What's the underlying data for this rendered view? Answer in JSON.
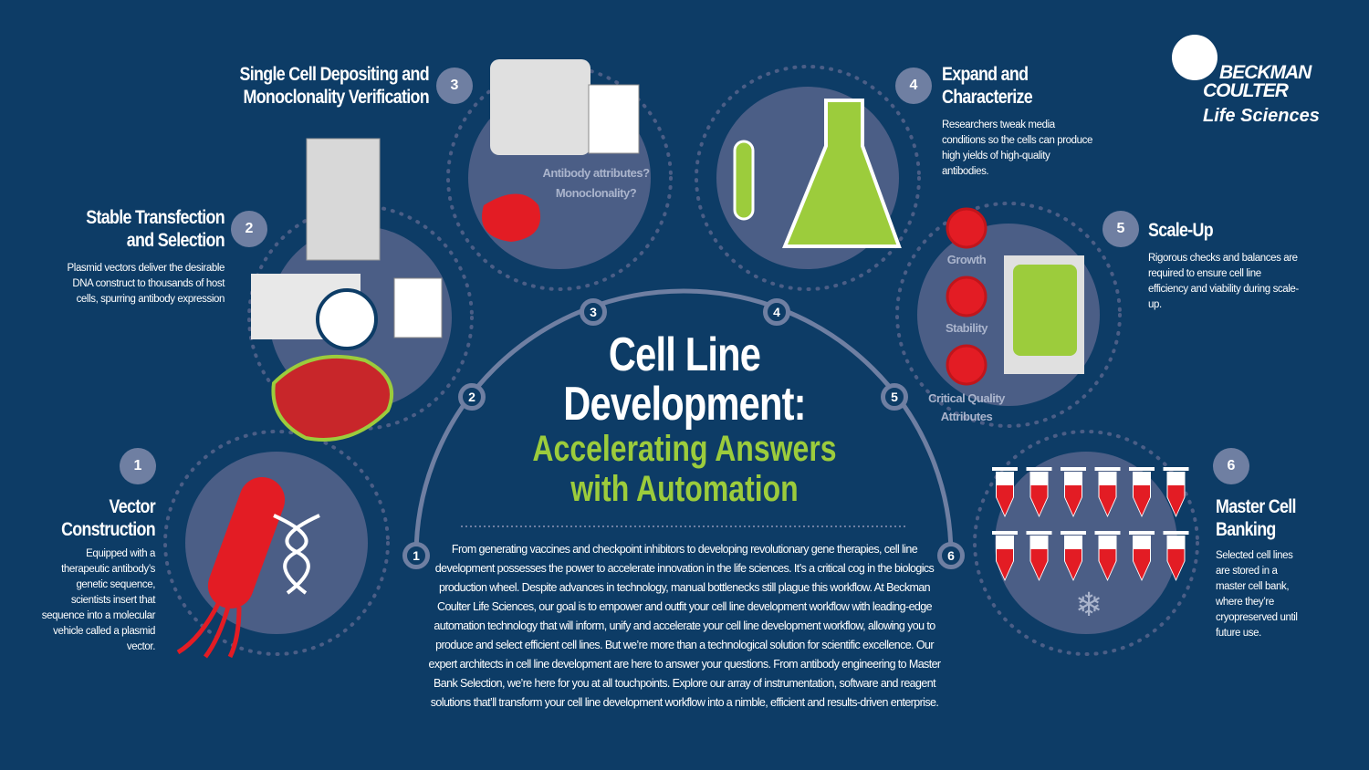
{
  "brand": {
    "line1": "BECKMAN",
    "line2": "COULTER",
    "line3": "Life Sciences"
  },
  "title": {
    "line1": "Cell Line",
    "line2": "Development:",
    "sub1": "Accelerating Answers",
    "sub2": "with Automation"
  },
  "intro": "From generating vaccines and checkpoint inhibitors to developing revolutionary gene therapies, cell line development possesses the power to accelerate innovation in the life sciences. It’s a critical cog in the biologics production wheel. Despite advances in technology, manual bottlenecks still plague this workflow. At Beckman Coulter Life Sciences, our goal is to empower and outfit your cell line development workflow with leading-edge automation technology that will inform, unify and accelerate your cell line development workflow, allowing you to produce and select efficient cell lines. But we’re more than a technological solution for scientific excellence. Our expert architects in cell line development are here to answer your questions. From antibody engineering to Master Bank Selection, we’re here for you at all touchpoints. Explore our array of instrumentation, software and reagent solutions that’ll transform your cell line development workflow into a nimble, efficient and results-driven enterprise.",
  "steps": [
    {
      "num": "1",
      "title1": "Vector",
      "title2": "Construction",
      "text": "Equipped with a therapeutic antibody’s genetic sequence, scientists insert that sequence into a molecular vehicle called a plasmid vector."
    },
    {
      "num": "2",
      "title1": "Stable Transfection",
      "title2": "and Selection",
      "text": "Plasmid vectors deliver the desirable DNA construct to thousands of host cells, spurring antibody expression"
    },
    {
      "num": "3",
      "title1": "Single Cell Depositing and",
      "title2": "Monoclonality Verification",
      "q1": "Antibody attributes?",
      "q2": "Monoclonality?"
    },
    {
      "num": "4",
      "title1": "Expand and",
      "title2": "Characterize",
      "text": "Researchers tweak media conditions so the cells can produce high yields of high-quality antibodies."
    },
    {
      "num": "5",
      "title1": "Scale-Up",
      "text": "Rigorous checks and balances are required to ensure cell line efficiency and viability during scale-up.",
      "checks": [
        "Growth",
        "Stability",
        "Critical Quality Attributes"
      ]
    },
    {
      "num": "6",
      "title1": "Master Cell",
      "title2": "Banking",
      "text": "Selected cell lines are stored in a master cell bank, where they’re cryopreserved until future use."
    }
  ],
  "colors": {
    "bg": "#0d3c66",
    "accent": "#9ccc3c",
    "red": "#e31c24",
    "circle": "#4b5e86"
  }
}
